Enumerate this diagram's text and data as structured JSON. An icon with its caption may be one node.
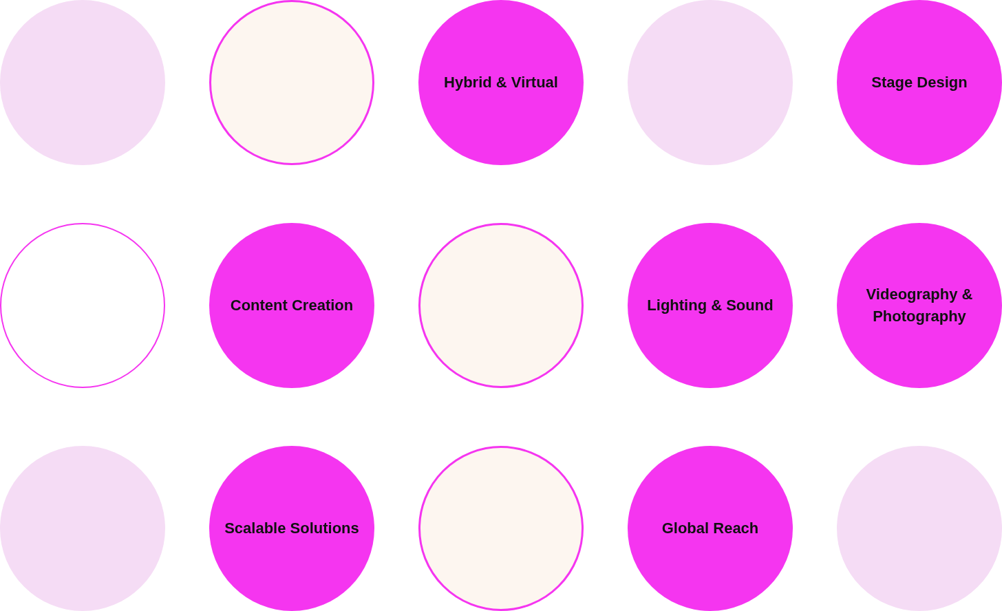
{
  "diagram": {
    "nodes": [
      {
        "text": [],
        "shape": "circle"
      },
      {
        "text": [],
        "shape": "circle"
      },
      {
        "text": [
          "Hybrid & Virtual"
        ]
      },
      {
        "text": [],
        "shape": "circle"
      },
      {
        "text": [
          "Stage Design"
        ]
      },
      {
        "text": [],
        "shape": "circle"
      },
      {
        "text": [
          "Content Creation"
        ]
      },
      {
        "text": [],
        "shape": "circle"
      },
      {
        "text": [
          "Lighting & Sound"
        ]
      },
      {
        "text": [
          "Videography & Photography"
        ]
      },
      {
        "text": [],
        "shape": "circle"
      },
      {
        "text": [
          "Scalable Solutions"
        ]
      },
      {
        "text": [],
        "shape": "circle"
      },
      {
        "text": [
          "Global Reach"
        ]
      },
      {
        "text": [],
        "shape": "circle"
      }
    ]
  }
}
